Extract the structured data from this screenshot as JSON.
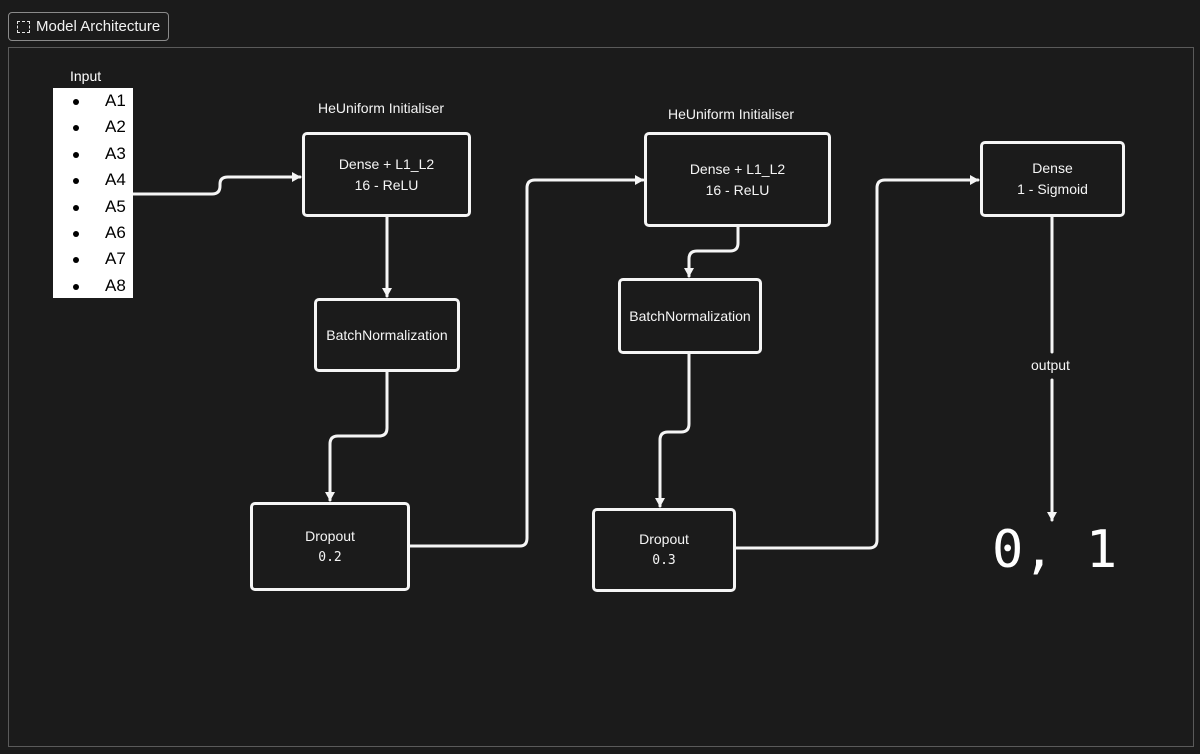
{
  "header": {
    "title": "Model Architecture"
  },
  "input": {
    "title": "Input",
    "items": [
      "A1",
      "A2",
      "A3",
      "A4",
      "A5",
      "A6",
      "A7",
      "A8"
    ]
  },
  "blocks": {
    "init1": "HeUniform Initialiser",
    "dense1": {
      "line1": "Dense + L1_L2",
      "line2": "16 - ReLU"
    },
    "bn1": "BatchNormalization",
    "dropout1": {
      "line1": "Dropout",
      "line2": "0.2"
    },
    "init2": "HeUniform Initialiser",
    "dense2": {
      "line1": "Dense +  L1_L2",
      "line2": "16 - ReLU"
    },
    "bn2": "BatchNormalization",
    "dropout2": {
      "line1": "Dropout",
      "line2": "0.3"
    },
    "dense3": {
      "line1": "Dense",
      "line2": "1 - Sigmoid"
    }
  },
  "output": {
    "label": "output",
    "values": "0, 1"
  },
  "colors": {
    "background": "#1b1b1b",
    "stroke": "#f5f5f5"
  }
}
